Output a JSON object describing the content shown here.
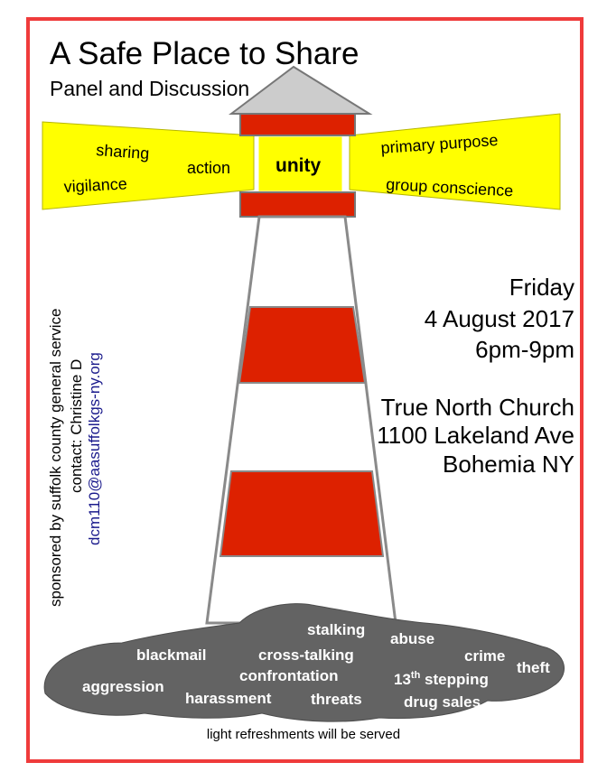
{
  "title": "A Safe Place to Share",
  "subtitle": "Panel and Discussion",
  "beams": {
    "left": [
      "sharing",
      "action",
      "vigilance"
    ],
    "center": "unity",
    "right": [
      "primary purpose",
      "group conscience"
    ]
  },
  "event": {
    "day": "Friday",
    "date": "4 August 2017",
    "time": "6pm-9pm",
    "venue": "True North Church",
    "street": "1100 Lakeland Ave",
    "city": "Bohemia NY"
  },
  "sponsor": {
    "line1": "sponsored by suffolk county general service",
    "line2": "contact: Christine D",
    "email": "dcm110@aasuffolkgs-ny.org"
  },
  "rocks": {
    "stalking": "stalking",
    "abuse": "abuse",
    "blackmail": "blackmail",
    "cross_talking": "cross-talking",
    "crime": "crime",
    "theft": "theft",
    "confrontation": "confrontation",
    "thirteenth_prefix": "13",
    "thirteenth_sup": "th",
    "thirteenth_rest": " stepping",
    "aggression": "aggression",
    "harassment": "harassment",
    "threats": "threats",
    "drug_sales": "drug sales"
  },
  "footer": "light refreshments will be served",
  "colors": {
    "frame": "#ef3b3b",
    "stripe_red": "#dd2100",
    "beam_yellow": "#ffff00",
    "roof_gray": "#cccccc",
    "rock_gray": "#636363",
    "email_blue": "#1a1a8c"
  }
}
